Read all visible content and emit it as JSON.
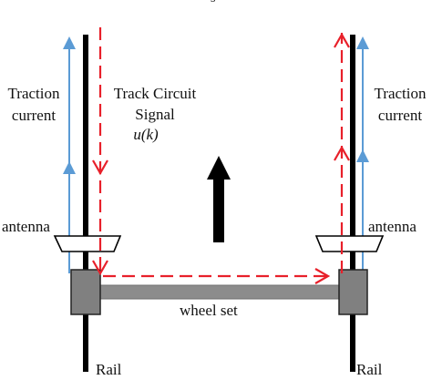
{
  "colors": {
    "rail": "#000000",
    "traction_current": "#5b9bd5",
    "signal": "#e8202a",
    "axle": "#8c8c8c",
    "wheel": "#808080",
    "antenna_fill": "#ffffff",
    "direction_arrow": "#000000"
  },
  "labels": {
    "top_fragment": "s",
    "traction_left": "Traction\ncurrent",
    "traction_right": "Traction\ncurrent",
    "signal_title": "Track Circuit\nSignal",
    "signal_symbol": "u(k)",
    "antenna_left": "antenna",
    "antenna_right": "antenna",
    "wheel_set": "wheel set",
    "rail_left": "Rail",
    "rail_right": "Rail"
  },
  "icons": {
    "direction": "up-arrow-icon"
  }
}
